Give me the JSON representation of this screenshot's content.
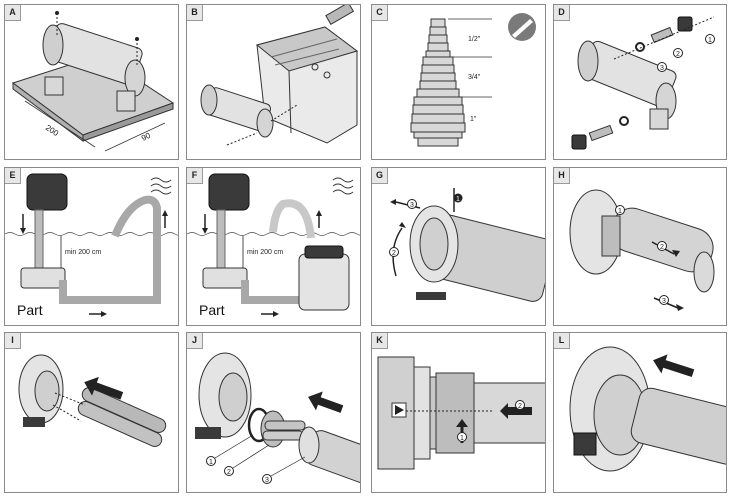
{
  "panels": [
    {
      "letter": "A"
    },
    {
      "letter": "B"
    },
    {
      "letter": "C"
    },
    {
      "letter": "D"
    },
    {
      "letter": "E"
    },
    {
      "letter": "F"
    },
    {
      "letter": "G"
    },
    {
      "letter": "H"
    },
    {
      "letter": "I"
    },
    {
      "letter": "J"
    },
    {
      "letter": "K"
    },
    {
      "letter": "L"
    }
  ],
  "panel_a": {
    "dim_length": "200",
    "dim_width": "90"
  },
  "panel_c": {
    "size_1": "1/2\"",
    "size_2": "3/4\"",
    "size_3": "1\""
  },
  "panel_d": {
    "callout_1": "1",
    "callout_2": "2",
    "callout_3": "3"
  },
  "panel_e": {
    "distance": "min 200 cm",
    "part_label": "Part"
  },
  "panel_f": {
    "distance": "min 200 cm",
    "part_label": "Part"
  },
  "panel_g": {
    "callout_1": "1",
    "callout_2": "2",
    "callout_3": "3"
  },
  "panel_h": {
    "callout_1": "1",
    "callout_2": "2",
    "callout_3": "3"
  },
  "panel_j": {
    "callout_1": "1",
    "callout_2": "2",
    "callout_3": "3"
  },
  "panel_k": {
    "callout_1": "1",
    "callout_2": "2"
  }
}
